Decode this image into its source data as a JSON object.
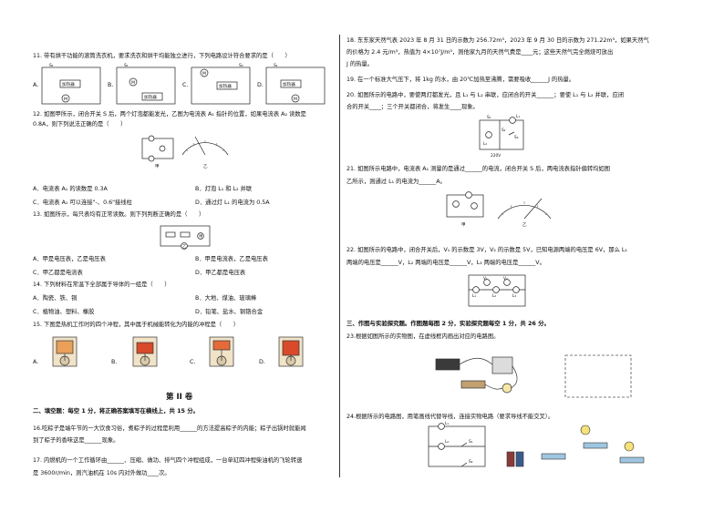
{
  "left": {
    "q11": {
      "text": "11. 带有烘干功能的滚筒洗衣机，要求洗衣和烘干均能独立进行，下列电路设计符合要求的是（　　）",
      "opts": [
        "A.",
        "B.",
        "C.",
        "D."
      ],
      "circuit_labels": [
        "S₁",
        "S₂",
        "加热器",
        "M"
      ]
    },
    "q12": {
      "line1": "12. 如图甲所示，闭合开关 S 后，两个灯泡都能发光，乙图为电流表 A₁ 指针的位置，如果电流表 A₂ 读数是",
      "line2": "0.8A，则下列说法正确的是（　　）",
      "fig_labels": [
        "甲",
        "乙"
      ],
      "options": [
        "A．电流表 A₁ 的读数是 0.3A",
        "B．灯泡 L₁ 和 L₂ 并联",
        "C．电流表 A₁ 可以连接\"-、0.6\"接线柱",
        "D．通过灯 L₁ 的电流为 0.5A"
      ]
    },
    "q13": {
      "text": "13. 如图所示，每只表均有正常读数。则下列判断正确的是（　　）",
      "fig_labels": [
        "甲",
        "乙"
      ],
      "options": [
        "A．甲是电压表，乙是电压表",
        "B．甲是电流表，乙是电压表",
        "C．甲乙都是电流表",
        "D．甲乙都是电压表"
      ]
    },
    "q14": {
      "text": "14. 下列材料在常温下全部属于导体的一组是（　　）",
      "options": [
        "A．陶瓷、铁、铜",
        "B．大地、煤油、玻璃棒",
        "C．植物油、塑料、橡胶",
        "D．铅笔、盐水、铜铬合金"
      ]
    },
    "q15": {
      "text": "15. 下图是热机工作时的四个冲程，其中属于机械能转化为内能的冲程是（　　）",
      "opts": [
        "A.",
        "B.",
        "C.",
        "D."
      ]
    },
    "part2_title": "第 II 卷",
    "section2": "二、填空题：每空 1 分，将正确答案填写在横线上，共 15 分。",
    "q16": {
      "line1": "16.吃粽子是端午节的一大饮食习俗，煮粽子的过程是利用______的方法提高粽子的内能；粽子出锅时就能闻",
      "line2": "到了粽子的香味这是______现象。"
    },
    "q17": {
      "line1": "17. 内燃机的一个工作循环由______、压缩、做功、排气四个冲程组成，一台单缸四冲程柴油机的飞轮转速",
      "line2": "是 3600r/min，则汽油机在 10s 内对外做功____次。"
    }
  },
  "right": {
    "q18": {
      "line1": "18. 东东家天然气表 2023 年 8 月 31 日的示数为 256.72m³，2023 年 9 月 30 日的示数为 271.22m³，如果天然气",
      "line2": "的价格为 2.4 元/m³，热值为 4×10⁷J/m³，则他家九月的天然气费是____元；这些天然气完全燃烧可放出",
      "line3": "J 的热量。"
    },
    "q19": "19. 在一个标准大气压下，将 1kg 的水，由 20℃加热至沸腾，需要吸收______J 的热量。",
    "q20": {
      "line1": "20. 如图所示的电路中，要使两灯都发光，且 L₁ 与 L₂ 串联，应闭合的开关______；要使 L₁ 与 L₂ 并联，应闭",
      "line2": "合的开关____；三个开关都闭合，将发生____现象。",
      "circuit_labels": [
        "S₁",
        "L₁",
        "S₂",
        "S₃",
        "L₂",
        "220V"
      ]
    },
    "q21": {
      "line1": "21. 如图所示电路中，电流表 A₁ 测量的是通过______的电流，闭合开关 S 后，两电流表指针偏转均如图",
      "line2": "乙所示，则通过 L₁ 的电流为______A。",
      "fig_labels": [
        "甲",
        "乙"
      ]
    },
    "q22": {
      "line1": "22. 如图所示的电路中，闭合开关后，V₁ 的示数是 3V，V₂ 的示数是 5V，已知电源两端的电压是 6V，那么 L₁",
      "line2": "两端的电压是______V，L₂ 两端的电压是______V，L₃ 两端的电压是______V。",
      "circuit_labels": [
        "V₁",
        "V₂",
        "L₁",
        "L₂",
        "L₃"
      ]
    },
    "section3": "三、作图与实验探究题。作图题每图 2 分，实验探究题每空 1 分，共 26 分。",
    "q23": "23.根据如图所示的实物图，在虚线框内画出对应的电路图。",
    "q24": "24.根据所示的电路图，用笔画线代替导线，连接实物电路（要求导线不能交叉）。",
    "q24_labels": [
      "L₁",
      "L₂",
      "S₁",
      "S₂"
    ]
  }
}
